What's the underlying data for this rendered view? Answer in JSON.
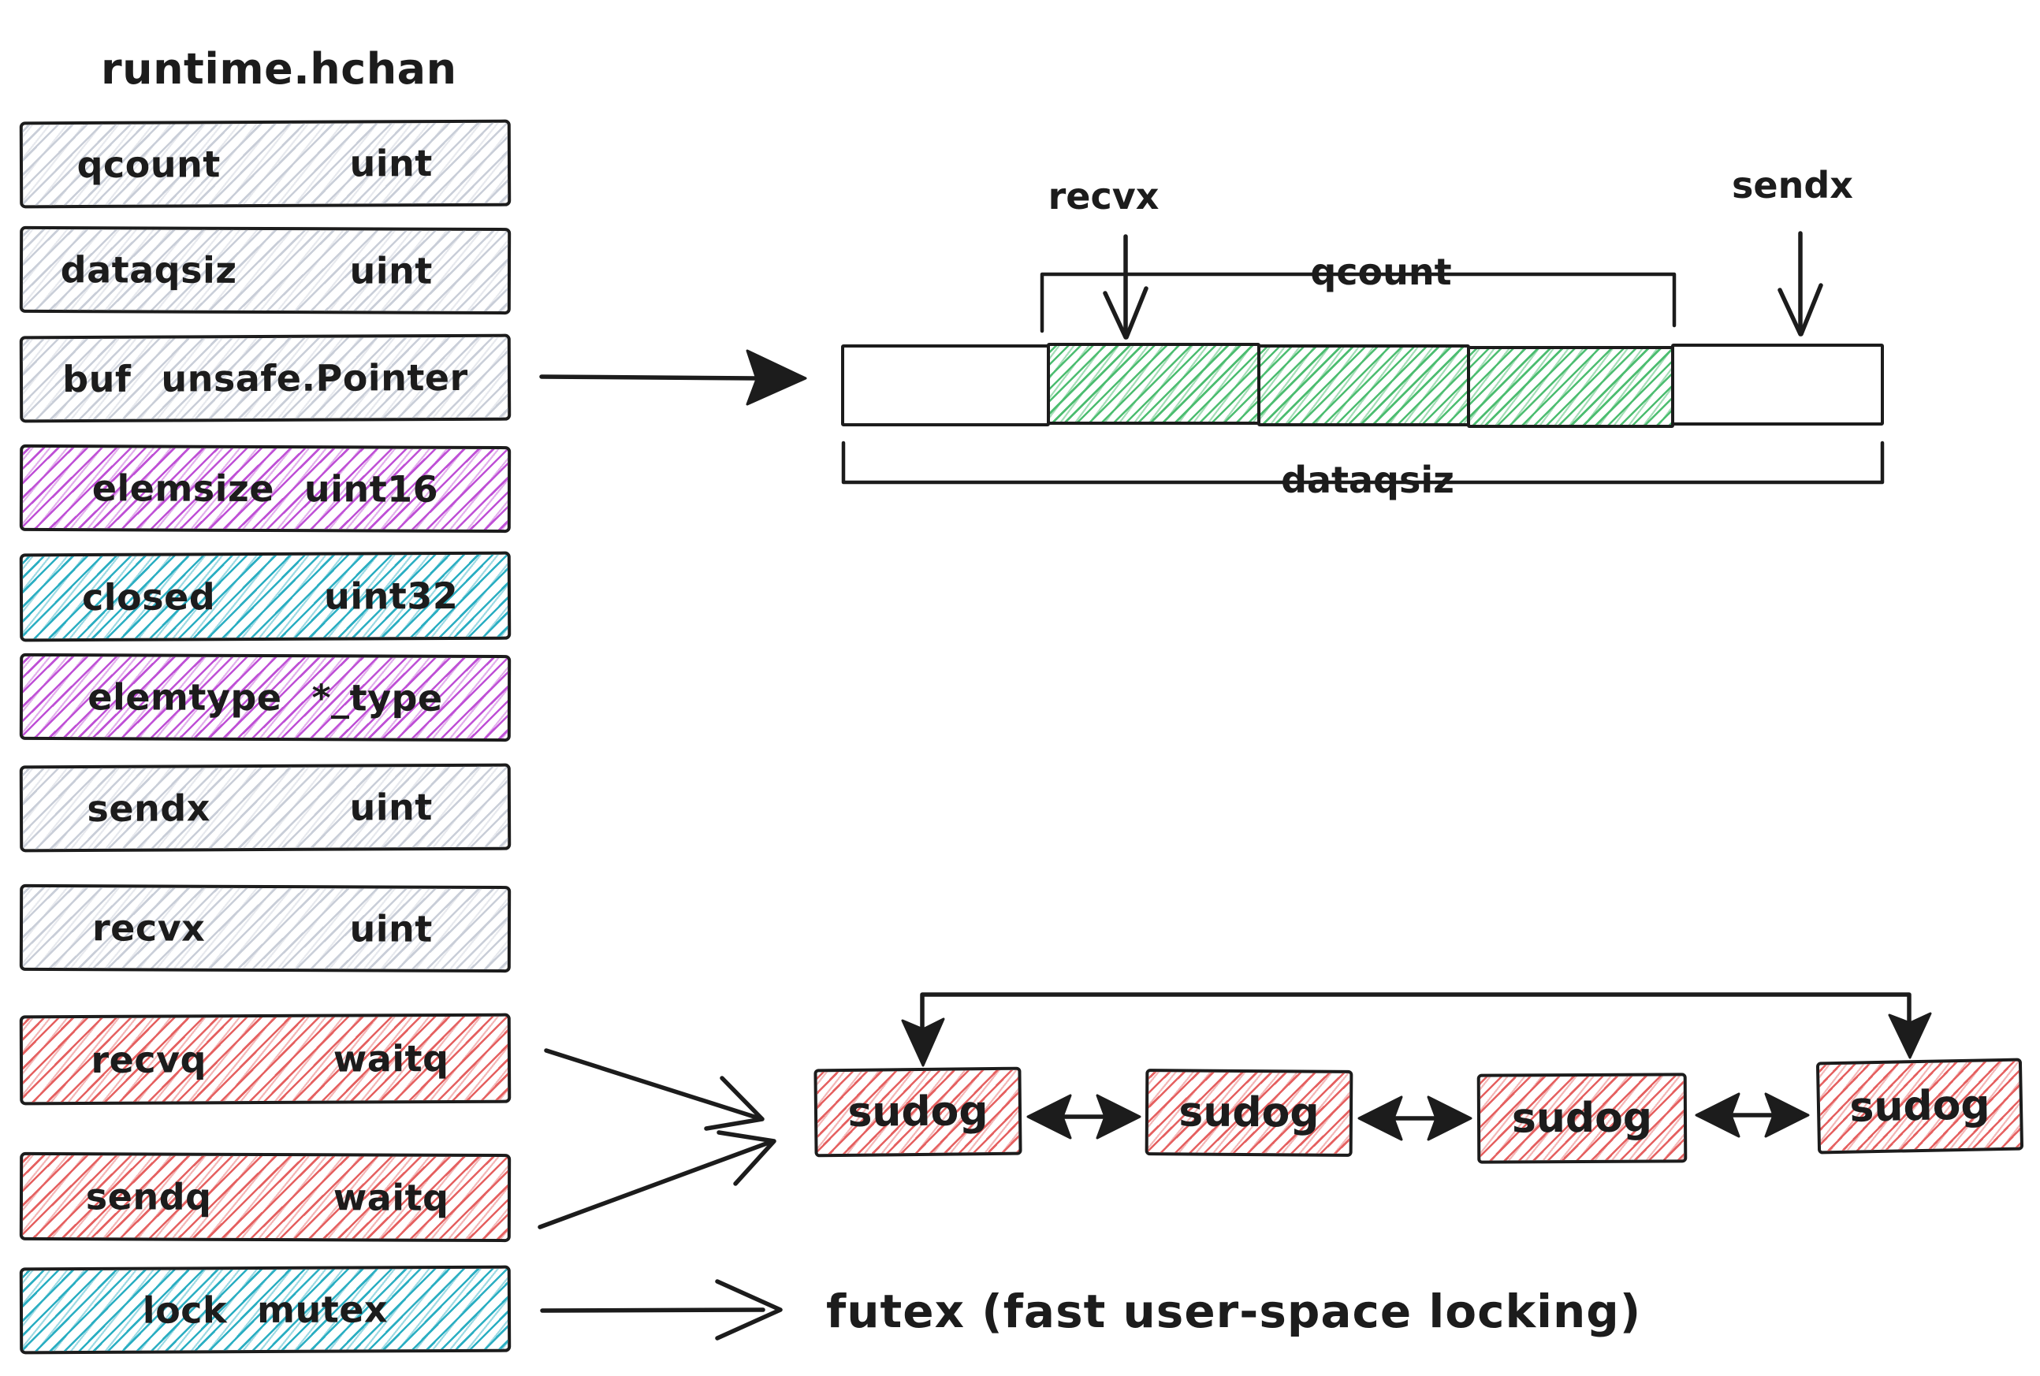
{
  "title": "runtime.hchan",
  "colors": {
    "ink": "#1c1c1c",
    "gray": "#c9ced8",
    "purple": "#bf50d6",
    "teal": "#2aaec2",
    "red": "#e56060",
    "green": "#4cbd70"
  },
  "struct": {
    "fields": [
      {
        "name": "qcount",
        "type": "uint",
        "color": "gray"
      },
      {
        "name": "dataqsiz",
        "type": "uint",
        "color": "gray"
      },
      {
        "name": "buf",
        "type": "unsafe.Pointer",
        "color": "gray"
      },
      {
        "name": "elemsize",
        "type": "uint16",
        "color": "purple"
      },
      {
        "name": "closed",
        "type": "uint32",
        "color": "teal"
      },
      {
        "name": "elemtype",
        "type": "*_type",
        "color": "purple"
      },
      {
        "name": "sendx",
        "type": "uint",
        "color": "gray"
      },
      {
        "name": "recvx",
        "type": "uint",
        "color": "gray"
      },
      {
        "name": "recvq",
        "type": "waitq",
        "color": "red"
      },
      {
        "name": "sendq",
        "type": "waitq",
        "color": "red"
      },
      {
        "name": "lock",
        "type": "mutex",
        "color": "teal"
      }
    ]
  },
  "buffer": {
    "labels": {
      "recvx": "recvx",
      "sendx": "sendx",
      "qcount": "qcount",
      "dataqsiz": "dataqsiz"
    },
    "cells": [
      "empty",
      "filled",
      "filled",
      "filled",
      "empty"
    ]
  },
  "waitlist": {
    "node_label": "sudog",
    "count": 4
  },
  "futex_note": "futex (fast user-space locking)"
}
